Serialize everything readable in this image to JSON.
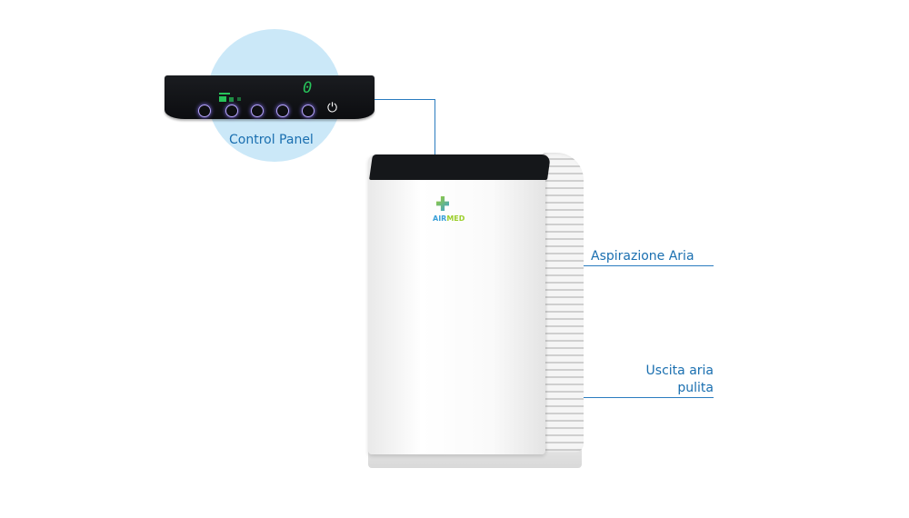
{
  "annotations": {
    "control_panel": "Control Panel",
    "air_intake": "Aspirazione Aria",
    "clean_air_outlet_line1": "Uscita aria",
    "clean_air_outlet_line2": "pulita"
  },
  "display": {
    "digit": "0"
  },
  "brand": {
    "air": "AIR",
    "med": "MED"
  },
  "colors": {
    "accent": "#1a6fb0",
    "circle": "#cbe8f8",
    "panel": "#121316"
  }
}
